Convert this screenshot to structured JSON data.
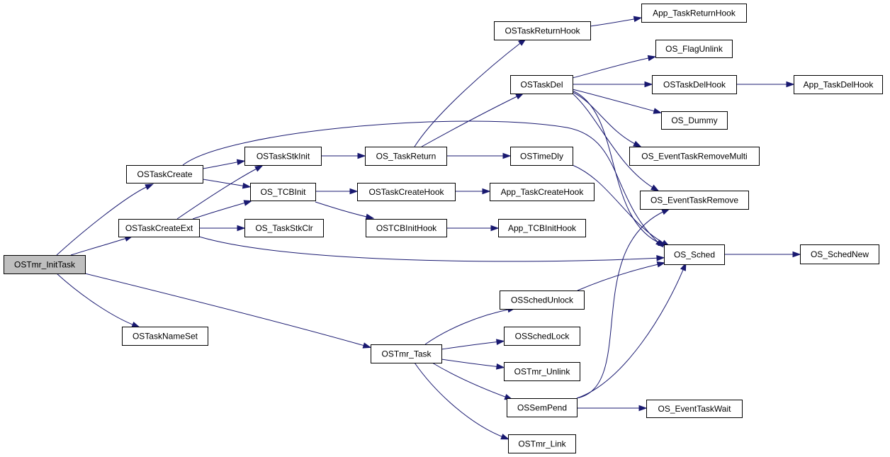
{
  "diagram": {
    "type": "call-graph",
    "root": "OSTmr_InitTask",
    "colors": {
      "edge": "#191970",
      "node_border": "#000000",
      "root_fill": "#bfbfbf",
      "node_fill": "#ffffff"
    },
    "nodes": [
      {
        "id": "OSTmr_InitTask",
        "label": "OSTmr_InitTask"
      },
      {
        "id": "OSTaskCreate",
        "label": "OSTaskCreate"
      },
      {
        "id": "OSTaskCreateExt",
        "label": "OSTaskCreateExt"
      },
      {
        "id": "OSTaskNameSet",
        "label": "OSTaskNameSet"
      },
      {
        "id": "OSTmr_Task",
        "label": "OSTmr_Task"
      },
      {
        "id": "OSTaskStkInit",
        "label": "OSTaskStkInit"
      },
      {
        "id": "OS_TCBInit",
        "label": "OS_TCBInit"
      },
      {
        "id": "OS_TaskStkClr",
        "label": "OS_TaskStkClr"
      },
      {
        "id": "OS_TaskReturn",
        "label": "OS_TaskReturn"
      },
      {
        "id": "OSTaskCreateHook",
        "label": "OSTaskCreateHook"
      },
      {
        "id": "OSTCBInitHook",
        "label": "OSTCBInitHook"
      },
      {
        "id": "OSTaskReturnHook",
        "label": "OSTaskReturnHook"
      },
      {
        "id": "OSTaskDel",
        "label": "OSTaskDel"
      },
      {
        "id": "OSTimeDly",
        "label": "OSTimeDly"
      },
      {
        "id": "App_TaskCreateHook",
        "label": "App_TaskCreateHook"
      },
      {
        "id": "App_TCBInitHook",
        "label": "App_TCBInitHook"
      },
      {
        "id": "OSSchedUnlock",
        "label": "OSSchedUnlock"
      },
      {
        "id": "OSSchedLock",
        "label": "OSSchedLock"
      },
      {
        "id": "OSTmr_Unlink",
        "label": "OSTmr_Unlink"
      },
      {
        "id": "OSSemPend",
        "label": "OSSemPend"
      },
      {
        "id": "OSTmr_Link",
        "label": "OSTmr_Link"
      },
      {
        "id": "App_TaskReturnHook",
        "label": "App_TaskReturnHook"
      },
      {
        "id": "OS_FlagUnlink",
        "label": "OS_FlagUnlink"
      },
      {
        "id": "OSTaskDelHook",
        "label": "OSTaskDelHook"
      },
      {
        "id": "OS_Dummy",
        "label": "OS_Dummy"
      },
      {
        "id": "OS_EventTaskRemoveMulti",
        "label": "OS_EventTaskRemoveMulti"
      },
      {
        "id": "OS_EventTaskRemove",
        "label": "OS_EventTaskRemove"
      },
      {
        "id": "OS_Sched",
        "label": "OS_Sched"
      },
      {
        "id": "OS_EventTaskWait",
        "label": "OS_EventTaskWait"
      },
      {
        "id": "App_TaskDelHook",
        "label": "App_TaskDelHook"
      },
      {
        "id": "OS_SchedNew",
        "label": "OS_SchedNew"
      }
    ],
    "edges": [
      {
        "from": "OSTmr_InitTask",
        "to": "OSTaskCreate"
      },
      {
        "from": "OSTmr_InitTask",
        "to": "OSTaskCreateExt"
      },
      {
        "from": "OSTmr_InitTask",
        "to": "OSTaskNameSet"
      },
      {
        "from": "OSTmr_InitTask",
        "to": "OSTmr_Task"
      },
      {
        "from": "OSTaskCreate",
        "to": "OSTaskStkInit"
      },
      {
        "from": "OSTaskCreate",
        "to": "OS_TCBInit"
      },
      {
        "from": "OSTaskCreate",
        "to": "OS_Sched"
      },
      {
        "from": "OSTaskCreateExt",
        "to": "OSTaskStkInit"
      },
      {
        "from": "OSTaskCreateExt",
        "to": "OS_TCBInit"
      },
      {
        "from": "OSTaskCreateExt",
        "to": "OS_TaskStkClr"
      },
      {
        "from": "OSTaskCreateExt",
        "to": "OS_Sched"
      },
      {
        "from": "OSTaskStkInit",
        "to": "OS_TaskReturn"
      },
      {
        "from": "OS_TCBInit",
        "to": "OSTaskCreateHook"
      },
      {
        "from": "OS_TCBInit",
        "to": "OSTCBInitHook"
      },
      {
        "from": "OS_TaskReturn",
        "to": "OSTaskReturnHook"
      },
      {
        "from": "OS_TaskReturn",
        "to": "OSTaskDel"
      },
      {
        "from": "OS_TaskReturn",
        "to": "OSTimeDly"
      },
      {
        "from": "OSTaskCreateHook",
        "to": "App_TaskCreateHook"
      },
      {
        "from": "OSTCBInitHook",
        "to": "App_TCBInitHook"
      },
      {
        "from": "OSTaskReturnHook",
        "to": "App_TaskReturnHook"
      },
      {
        "from": "OSTaskDel",
        "to": "OS_FlagUnlink"
      },
      {
        "from": "OSTaskDel",
        "to": "OSTaskDelHook"
      },
      {
        "from": "OSTaskDel",
        "to": "OS_Dummy"
      },
      {
        "from": "OSTaskDel",
        "to": "OS_EventTaskRemoveMulti"
      },
      {
        "from": "OSTaskDel",
        "to": "OS_EventTaskRemove"
      },
      {
        "from": "OSTaskDel",
        "to": "OS_Sched"
      },
      {
        "from": "OSTaskDelHook",
        "to": "App_TaskDelHook"
      },
      {
        "from": "OSTimeDly",
        "to": "OS_Sched"
      },
      {
        "from": "OSTmr_Task",
        "to": "OSSchedUnlock"
      },
      {
        "from": "OSTmr_Task",
        "to": "OSSchedLock"
      },
      {
        "from": "OSTmr_Task",
        "to": "OSTmr_Unlink"
      },
      {
        "from": "OSTmr_Task",
        "to": "OSSemPend"
      },
      {
        "from": "OSTmr_Task",
        "to": "OSTmr_Link"
      },
      {
        "from": "OSSchedUnlock",
        "to": "OS_Sched"
      },
      {
        "from": "OSSemPend",
        "to": "OS_EventTaskRemove"
      },
      {
        "from": "OSSemPend",
        "to": "OS_Sched"
      },
      {
        "from": "OSSemPend",
        "to": "OS_EventTaskWait"
      },
      {
        "from": "OS_Sched",
        "to": "OS_SchedNew"
      }
    ]
  }
}
